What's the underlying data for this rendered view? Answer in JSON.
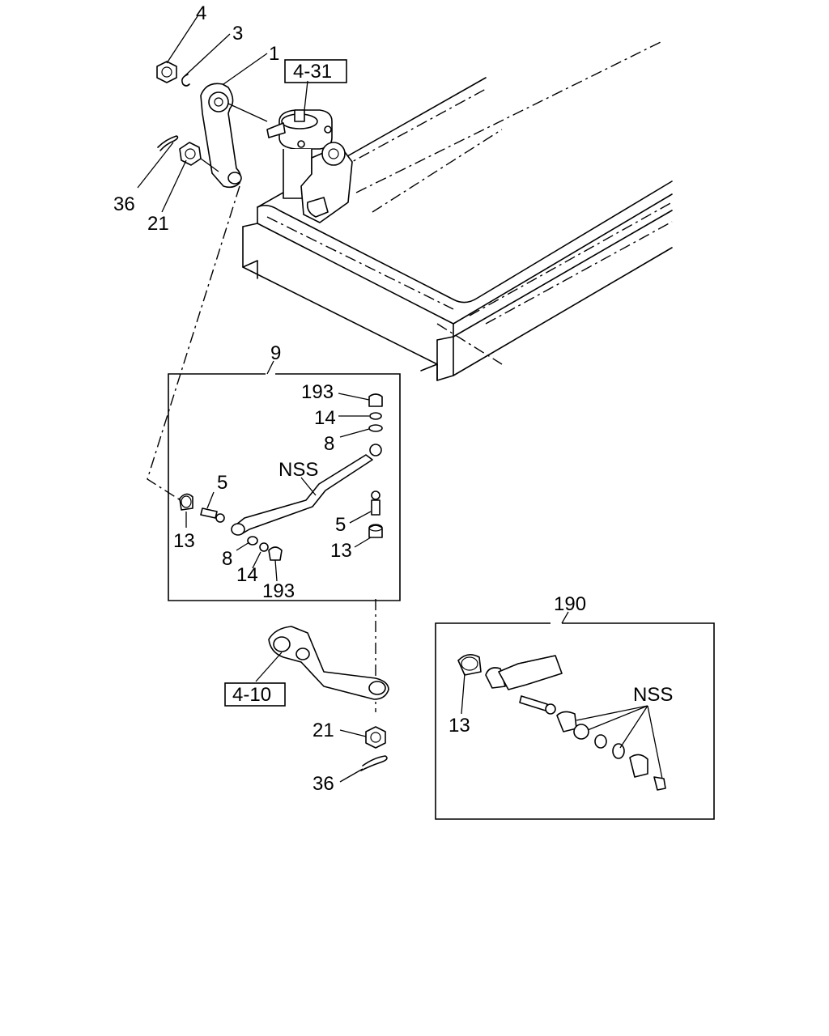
{
  "labels": {
    "n4": "4",
    "n3": "3",
    "n1": "1",
    "ref431": "4-31",
    "n36a": "36",
    "n21a": "21",
    "n9": "9",
    "n193a": "193",
    "n14a": "14",
    "n8a": "8",
    "nssA": "NSS",
    "n5a": "5",
    "n13a": "13",
    "n8b": "8",
    "n14b": "14",
    "n193b": "193",
    "n5b": "5",
    "n13b": "13",
    "n190": "190",
    "ref410": "4-10",
    "n21b": "21",
    "n36b": "36",
    "nssB": "NSS",
    "n13c": "13"
  }
}
